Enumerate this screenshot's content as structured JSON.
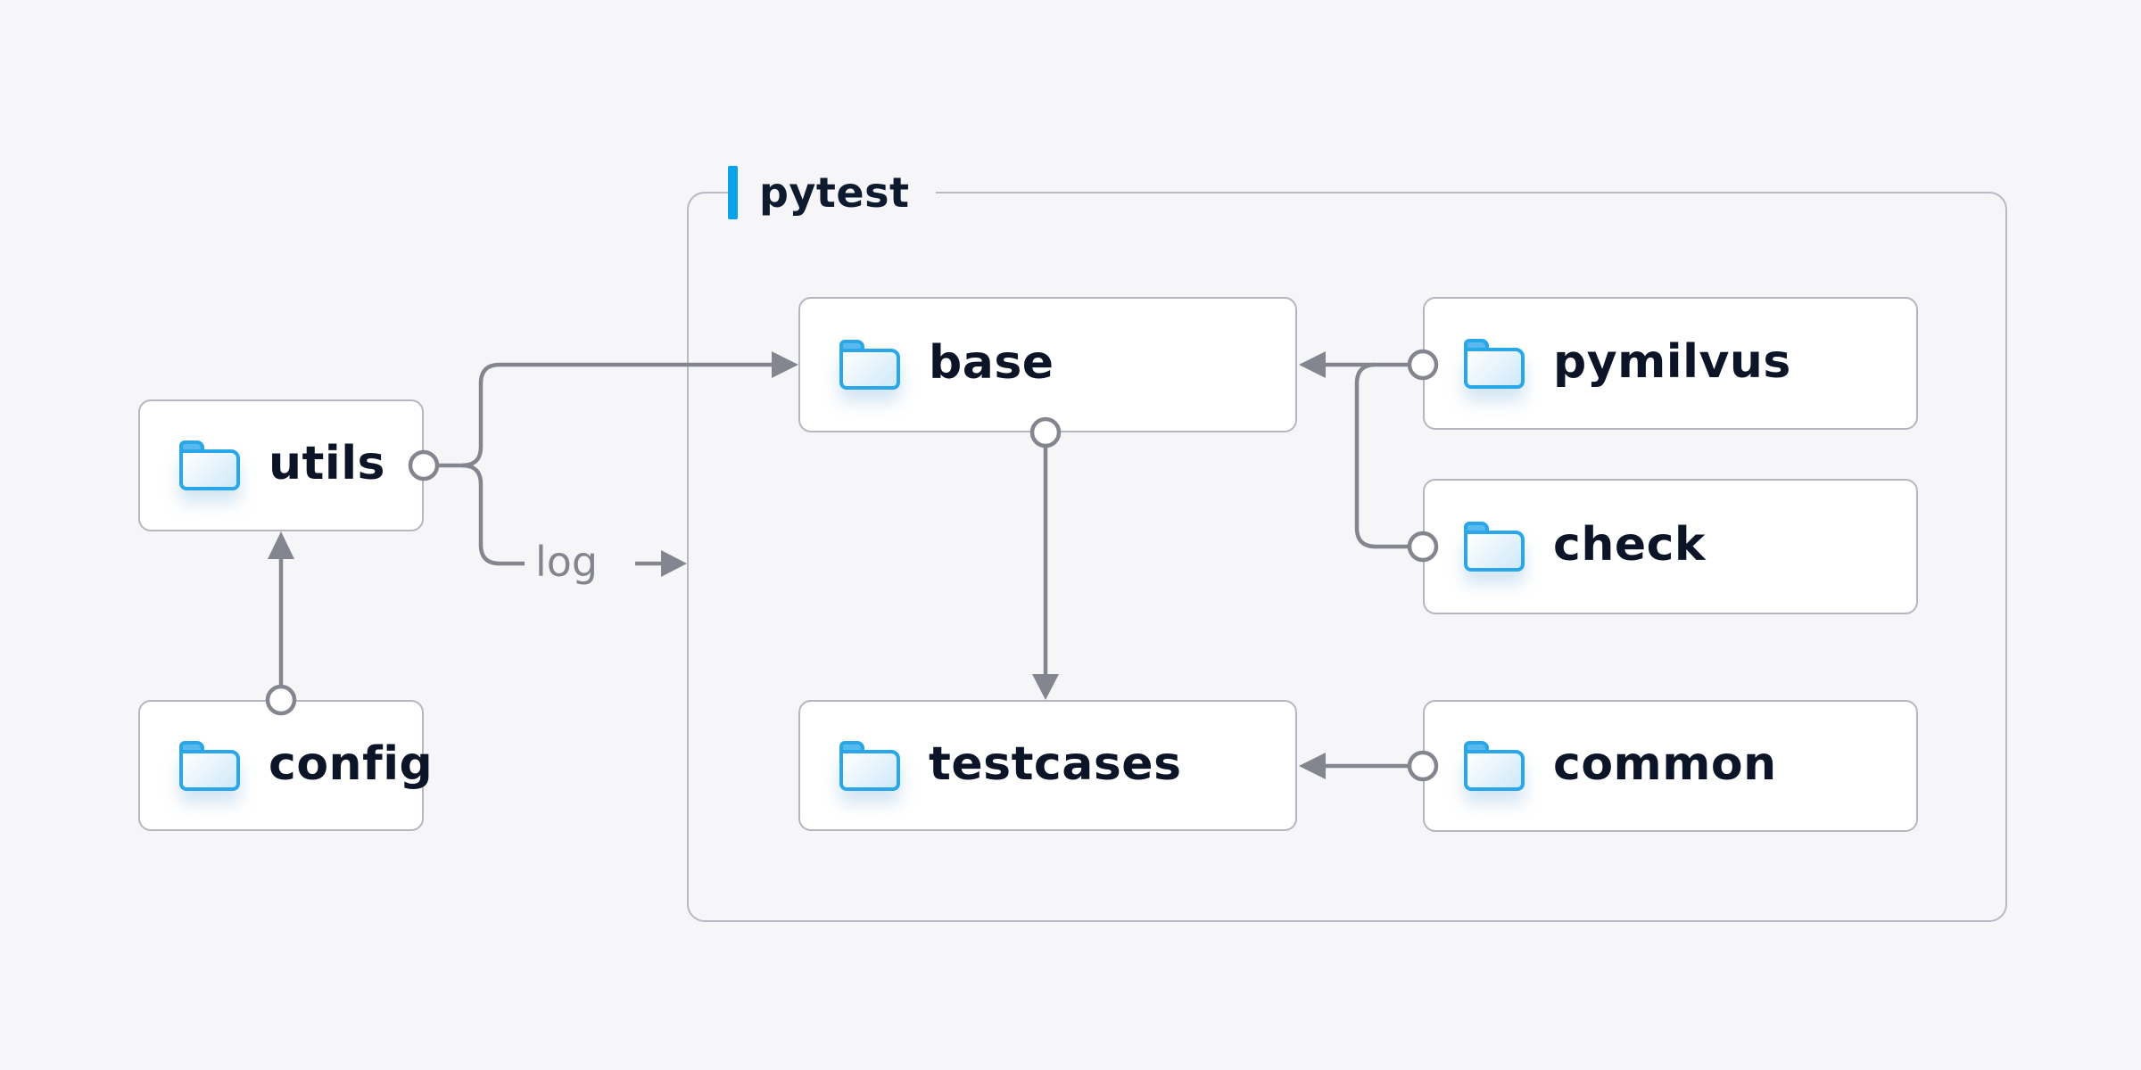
{
  "diagram": {
    "group": {
      "label": "pytest"
    },
    "nodes": [
      {
        "id": "utils",
        "label": "utils"
      },
      {
        "id": "config",
        "label": "config"
      },
      {
        "id": "base",
        "label": "base"
      },
      {
        "id": "pymilvus",
        "label": "pymilvus"
      },
      {
        "id": "check",
        "label": "check"
      },
      {
        "id": "testcases",
        "label": "testcases"
      },
      {
        "id": "common",
        "label": "common"
      }
    ],
    "edge_label": {
      "log": "log"
    },
    "edges": [
      {
        "from": "config",
        "to": "utils"
      },
      {
        "from": "utils",
        "to": "base"
      },
      {
        "from": "utils",
        "to": "log",
        "label": "log"
      },
      {
        "from": "pymilvus",
        "to": "base"
      },
      {
        "from": "check",
        "to": "base"
      },
      {
        "from": "base",
        "to": "testcases"
      },
      {
        "from": "common",
        "to": "testcases"
      }
    ],
    "colors": {
      "background": "#f6f6f8",
      "node_fill": "#ffffff",
      "node_border": "#b4b7c1",
      "group_border": "#b7b9c4",
      "text_dark": "#0c1527",
      "wire_gray": "#83868f",
      "accent_blue": "#0ba3e8",
      "folder_blue": "#29a7e8"
    }
  }
}
